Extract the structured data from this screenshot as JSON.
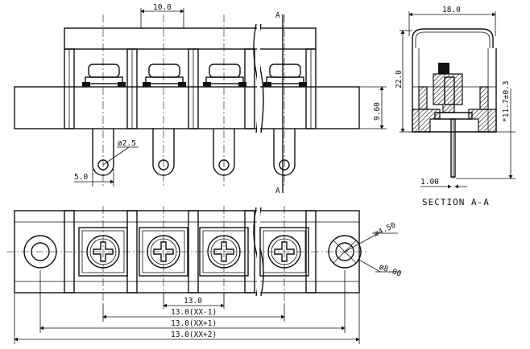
{
  "dimensions": {
    "pitch_top": "10.0",
    "pin_hole_dia": "ø2.5",
    "pin_offset": "5.0",
    "body_height_mid": "9.60",
    "section_width": "18.0",
    "section_height": "22.0",
    "pin_length": "*11.7±0.3",
    "pin_thickness": "1.00",
    "bottom_pitch": "13.0",
    "dim_xx_minus_1": "13.0(XX-1)",
    "dim_xx_plus_1": "13.0(XX+1)",
    "dim_xx_plus_2": "13.0(XX+2)",
    "hole_inner_dia": "ø4.50",
    "hole_outer_dia": "ø8.00"
  },
  "labels": {
    "section_letter_top": "A",
    "section_letter_bottom": "A",
    "section_title": "SECTION A-A"
  }
}
